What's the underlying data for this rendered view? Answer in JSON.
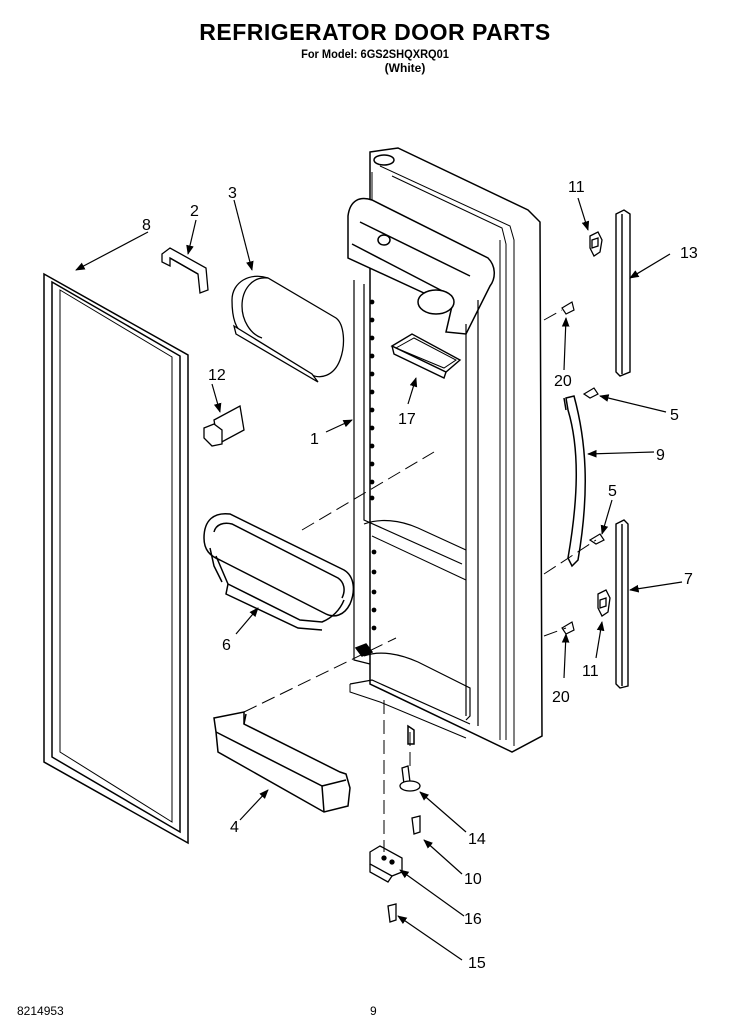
{
  "header": {
    "title": "REFRIGERATOR DOOR PARTS",
    "model": "For Model: 6GS2SHQXRQ01",
    "color": "(White)"
  },
  "footer": {
    "doc_number": "8214953",
    "page": "9"
  },
  "callouts": {
    "c1": "1",
    "c2": "2",
    "c3": "3",
    "c4": "4",
    "c5a": "5",
    "c5b": "5",
    "c6": "6",
    "c7": "7",
    "c8": "8",
    "c9": "9",
    "c10": "10",
    "c11a": "11",
    "c11b": "11",
    "c12": "12",
    "c13": "13",
    "c14": "14",
    "c15": "15",
    "c16": "16",
    "c17": "17",
    "c20a": "20",
    "c20b": "20"
  }
}
